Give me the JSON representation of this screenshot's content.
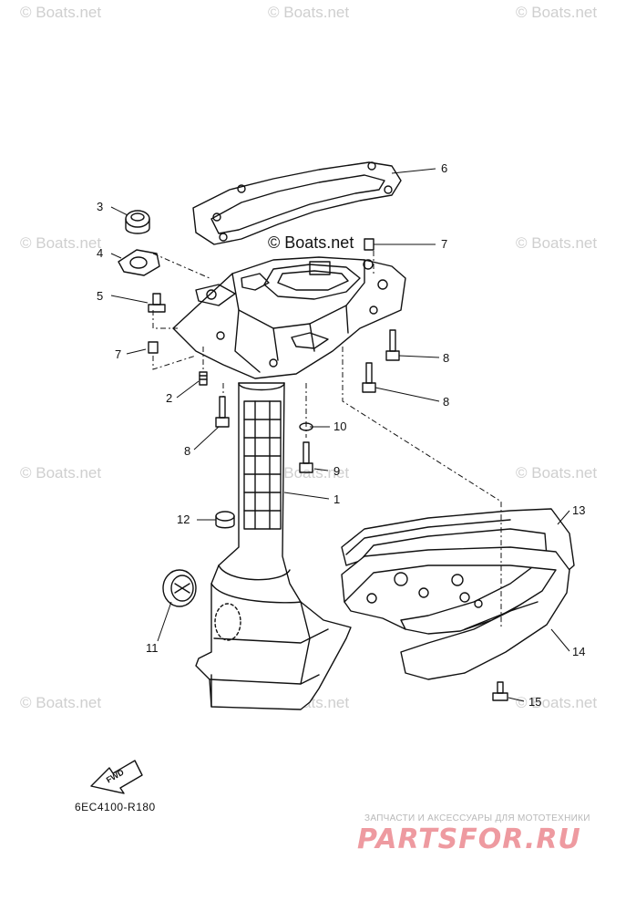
{
  "watermark": {
    "text": "© Boats.net"
  },
  "diagram_code": "6EC4100-R180",
  "fwd_label": "FWD",
  "brand": {
    "tagline": "ЗАПЧАСТИ И АКСЕССУАРЫ ДЛЯ МОТОТЕХНИКИ",
    "logo": "PARTSFOR.RU"
  },
  "callouts": {
    "c1": "1",
    "c2": "2",
    "c3": "3",
    "c4": "4",
    "c5": "5",
    "c6": "6",
    "c7a": "7",
    "c7b": "7",
    "c8a": "8",
    "c8b": "8",
    "c8c": "8",
    "c9": "9",
    "c10": "10",
    "c11": "11",
    "c12": "12",
    "c13": "13",
    "c14": "14",
    "c15": "15"
  }
}
